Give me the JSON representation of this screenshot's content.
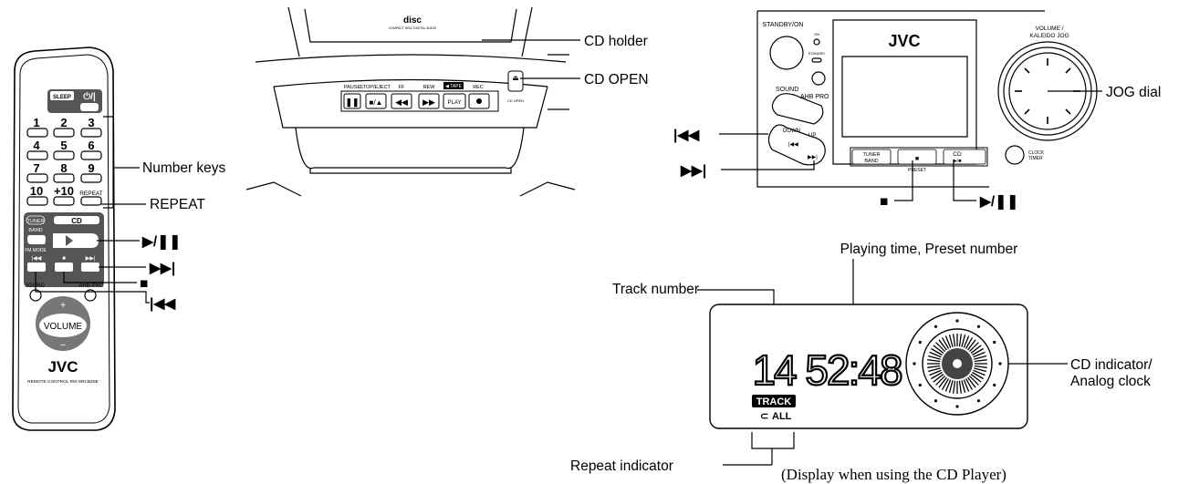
{
  "remote": {
    "sleep": "SLEEP",
    "power": "⏻/|",
    "keys": [
      "1",
      "2",
      "3",
      "4",
      "5",
      "6",
      "7",
      "8",
      "9",
      "10",
      "+10"
    ],
    "repeat": "REPEAT",
    "tuner": "TUNER",
    "band": "BAND",
    "cd": "CD",
    "fm_mode": "FM MODE",
    "sound": "SOUND",
    "ahb_pro": "AHB PRO",
    "volume": "VOLUME",
    "brand": "JVC",
    "model": "REMOTE CONTROL RM-SRCBZ8E"
  },
  "remote_callouts": {
    "number_keys": "Number keys",
    "repeat": "REPEAT",
    "play_pause": "▶/❚❚",
    "next": "▶▶|",
    "stop": "■",
    "prev": "|◀◀"
  },
  "cd_deck": {
    "compact_disc": "COMPACT DISC DIGITAL AUDIO",
    "pause": "PAUSE",
    "stop_eject": "STOP/EJECT",
    "ff": "FF",
    "rew": "REW",
    "tape": "◀ TAPE",
    "rec": "REC",
    "play": "PLAY",
    "cd_open_small": "CD OPEN"
  },
  "cd_deck_callouts": {
    "cd_holder": "CD holder",
    "cd_open": "CD OPEN"
  },
  "main_unit": {
    "standby_on": "STANDBY/ON",
    "on": "ON",
    "standby": "STANDBY",
    "brand": "JVC",
    "volume": "VOLUME /",
    "kaleido": "KALEIDO JOG",
    "sound": "SOUND",
    "ahb_pro": "AHB PRO",
    "down": "DOWN",
    "up": "UP",
    "tuner": "TUNER",
    "band": "BAND",
    "cd": "CD",
    "preset": "PRESET",
    "clock": "CLOCK",
    "timer": "TIMER"
  },
  "main_unit_callouts": {
    "jog_dial": "JOG dial",
    "prev": "|◀◀",
    "next": "▶▶|",
    "stop": "■",
    "play_pause": "▶/❚❚"
  },
  "display": {
    "playing_time": "Playing time, Preset number",
    "track_number": "Track number",
    "cd_indicator_1": "CD indicator/",
    "cd_indicator_2": "Analog clock",
    "repeat_indicator": "Repeat indicator",
    "caption": "(Display when using the CD Player)",
    "track_badge": "TRACK",
    "all": "ALL",
    "digits": "14 52:48"
  }
}
